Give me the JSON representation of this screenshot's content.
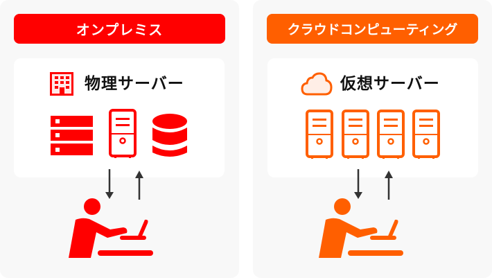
{
  "colors": {
    "onprem": "#ff0000",
    "cloud": "#ff5f00",
    "arrow": "#333333",
    "panel": "#f8f8f8"
  },
  "onprem": {
    "banner": "オンプレミス",
    "title": "物理サーバー",
    "title_icon": "building-icon",
    "icons": [
      "rack-server-icon",
      "tower-server-icon",
      "database-icon"
    ]
  },
  "cloud": {
    "banner": "クラウドコンピューティング",
    "title": "仮想サーバー",
    "title_icon": "cloud-icon",
    "icons": [
      "tower-server-icon",
      "tower-server-icon",
      "tower-server-icon",
      "tower-server-icon"
    ]
  }
}
